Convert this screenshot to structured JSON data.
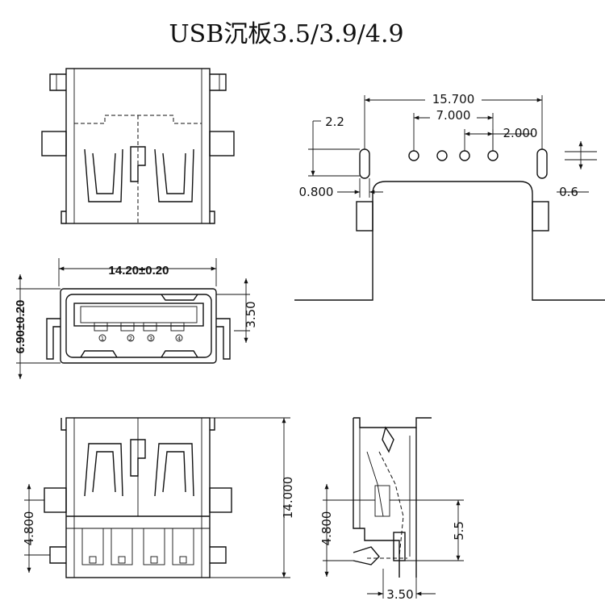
{
  "title": "USB沉板3.5/3.9/4.9",
  "pcb": {
    "width": "15.700",
    "pitch_outer": "7.000",
    "pitch_inner": "2.000",
    "slot_height": "2.2",
    "slot_width": "0.800",
    "pad": "0.6"
  },
  "front": {
    "width": "14.20±0.20",
    "height": "6.90±0.20",
    "offset": "3.50",
    "pins": [
      "1",
      "2",
      "3",
      "4"
    ]
  },
  "top": {
    "depth": "14.000",
    "sink": "4.800"
  },
  "side": {
    "sink": "4.800",
    "height": "5.5",
    "offset": "3.50"
  },
  "colors": {
    "line": "#111111",
    "background": "#ffffff"
  }
}
